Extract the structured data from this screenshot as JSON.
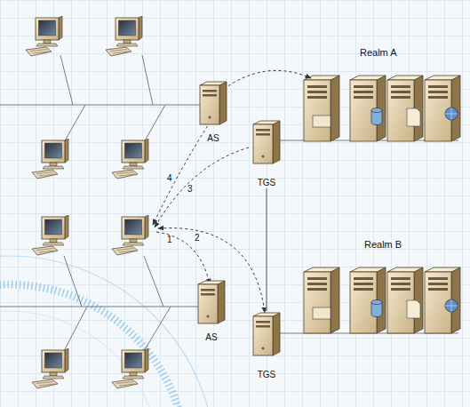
{
  "diagram": {
    "nodes": [
      {
        "text": [
          "AS"
        ]
      },
      {
        "text": [
          "TGS"
        ]
      },
      {
        "text": [
          "AS"
        ]
      },
      {
        "text": [
          "TGS"
        ]
      }
    ],
    "edges": [
      {
        "from": 1,
        "to": 3,
        "arrow": "none"
      }
    ],
    "labels": [
      "Realm A",
      "Realm B",
      "1",
      "2",
      "3",
      "4"
    ]
  }
}
